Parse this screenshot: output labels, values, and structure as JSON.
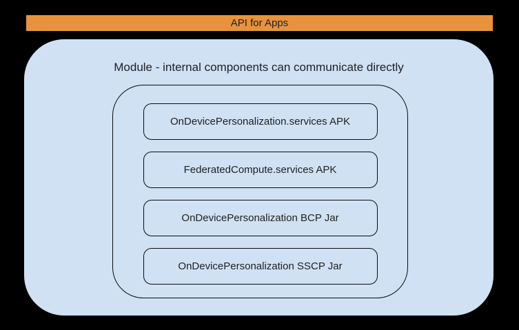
{
  "colors": {
    "background": "#000000",
    "banner": "#E8933C",
    "module_fill": "#D0E1F3",
    "border": "#0b0b0b",
    "text": "#202124"
  },
  "banner": {
    "label": "API for Apps"
  },
  "module": {
    "title": "Module - internal components can communicate directly",
    "components": [
      {
        "label": "OnDevicePersonalization.services APK"
      },
      {
        "label": "FederatedCompute.services APK"
      },
      {
        "label": "OnDevicePersonalization BCP Jar"
      },
      {
        "label": "OnDevicePersonalization SSCP Jar"
      }
    ]
  }
}
